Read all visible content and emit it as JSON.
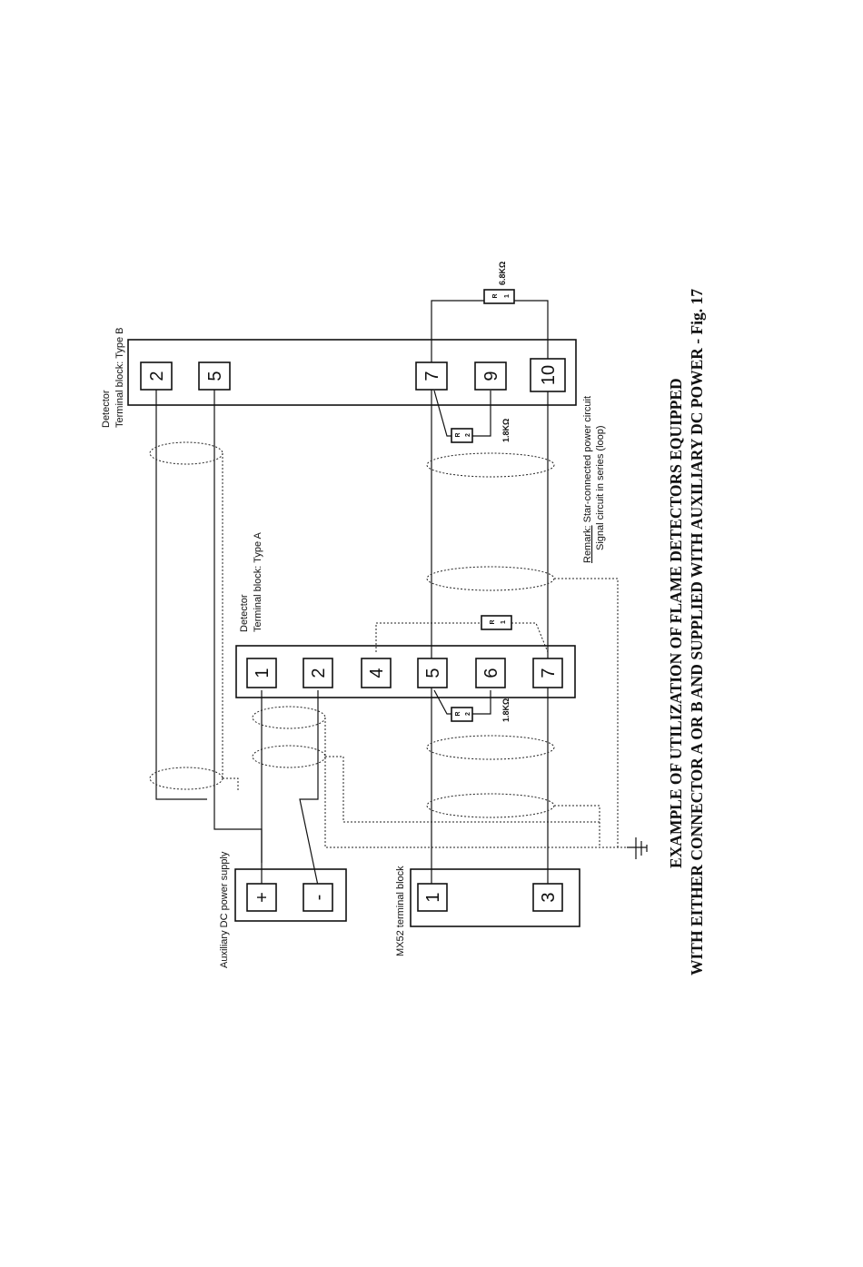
{
  "labels": {
    "aux_power_supply": "Auxiliary DC power supply",
    "mx52_terminal_block": "MX52 terminal block",
    "detector_a_line1": "Detector",
    "detector_a_line2": "Terminal block: Type A",
    "detector_b_line1": "Detector",
    "detector_b_line2": "Terminal block: Type B",
    "remark_prefix": "Remark:",
    "remark_line1": " Star-connected power circuit",
    "remark_line2": "Signal circuit in series (loop)"
  },
  "terminals": {
    "aux": [
      "+",
      "-"
    ],
    "mx52": [
      "1",
      "3"
    ],
    "type_a": [
      "1",
      "2",
      "4",
      "5",
      "6",
      "7"
    ],
    "type_b": [
      "2",
      "5",
      "7",
      "9",
      "10"
    ]
  },
  "resistors": {
    "r2_a": {
      "line1": "R",
      "line2": "2",
      "value": "1.8KΩ"
    },
    "r1_a": {
      "line1": "R",
      "line2": "1"
    },
    "r2_b": {
      "line1": "R",
      "line2": "2",
      "value": "1.8KΩ"
    },
    "r1_b": {
      "line1": "R",
      "line2": "1",
      "value": "6.8KΩ"
    }
  },
  "caption": {
    "line1": "EXAMPLE OF UTILIZATION OF FLAME DETECTORS EQUIPPED",
    "line2": "WITH EITHER CONNECTOR A OR B AND SUPPLIED WITH AUXILIARY DC POWER - Fig. 17"
  }
}
